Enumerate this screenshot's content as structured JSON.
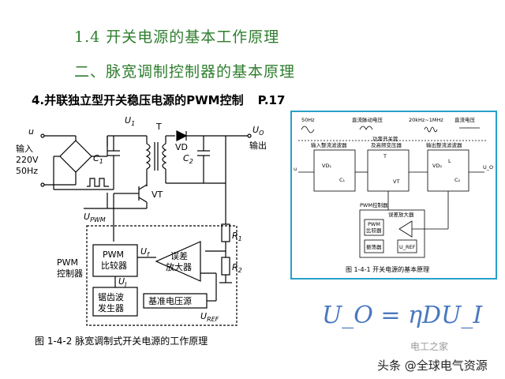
{
  "slide": {
    "title1": "1.4 开关电源的基本工作原理",
    "title2": "二、脉宽调制控制器的基本原理",
    "subtitle": "4.并联独立型开关稳压电源的PWM控制",
    "page_ref": "P.17"
  },
  "circuit": {
    "u_in": "u",
    "input_label": [
      "输入",
      "220V",
      "50Hz"
    ],
    "u1": "U",
    "u1_sub": "1",
    "transformer": "T",
    "vd": "VD",
    "c1": "C",
    "c1_sub": "1",
    "c2": "C",
    "c2_sub": "2",
    "uo": "U",
    "uo_sub": "O",
    "output_label": "输出",
    "vt": "VT",
    "upwm": "U",
    "upwm_sub": "PWM",
    "r1": "R",
    "r1_sub": "1",
    "r2": "R",
    "r2_sub": "2",
    "pwm_ctrl": [
      "PWM",
      "控制器"
    ],
    "pwm_comp": [
      "PWM",
      "比较器"
    ],
    "uf": "U",
    "uf_sub": "f",
    "err_amp": [
      "误差",
      "放大器"
    ],
    "uj": "U",
    "uj_sub": "J",
    "saw_gen": [
      "锯齿波",
      "发生器"
    ],
    "vref_src": "基准电压源",
    "uref": "U",
    "uref_sub": "REF",
    "caption": "图 1-4-2   脉宽调制式开关电源的工作原理"
  },
  "block": {
    "top_labels": [
      "50Hz",
      "直流脉动电压",
      "20kHz~1MHz",
      "直流电压"
    ],
    "in_filter": "输入整流滤波器",
    "switch": [
      "功率开关管",
      "及高频变压器"
    ],
    "out_filter": "输出整流滤波器",
    "vd1": "VD₁",
    "c1": "C₁",
    "t": "T",
    "vt": "VT",
    "vd2": "VD₂",
    "l": "L",
    "c2": "C₂",
    "u_in": "u",
    "u_out": "U_O",
    "pwm_ctrl": "PWM控制器",
    "err_amp": "误差放大器",
    "pwm_comp": [
      "PWM",
      "比较器"
    ],
    "osc": "振荡器",
    "uref": "U_REF",
    "caption": "图 1-4-1   开关电源的基本原理"
  },
  "formula": "U_O = ηDU_I",
  "footer": {
    "source": "头条 @全球电气资源",
    "watermark": "电工之家"
  },
  "colors": {
    "title": "#2e7d2e",
    "block_border": "#27a0c8",
    "formula": "#4a78c0"
  }
}
